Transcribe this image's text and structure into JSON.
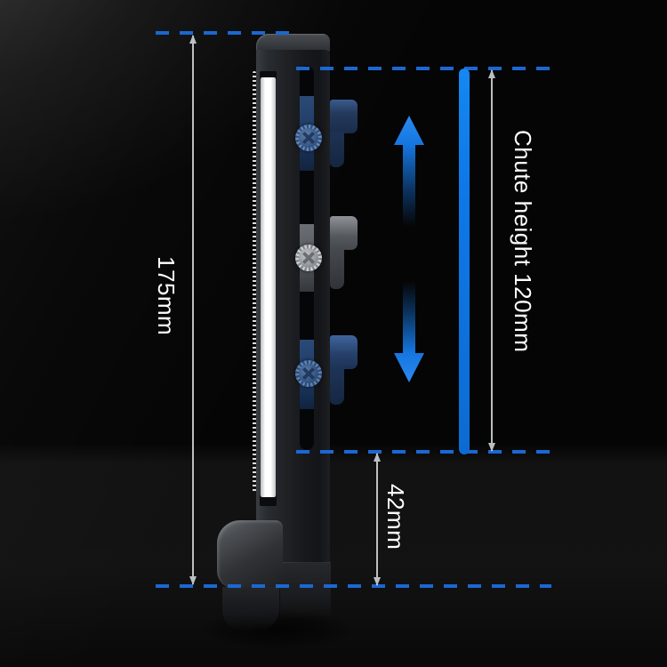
{
  "diagram": {
    "type": "product-dimension-diagram",
    "measurements": [
      {
        "id": "total-height",
        "label": "175mm"
      },
      {
        "id": "chute-height",
        "label": "Chute height 120mm"
      },
      {
        "id": "bottom-offset",
        "label": "42mm"
      }
    ]
  },
  "colors": {
    "background": "#050505",
    "dash_blue": "#1c67d2",
    "bar_blue": "#0e78e8",
    "arrow_blue": "#1576e0",
    "dim_line_gray": "#cfd3d6",
    "label_white": "#ffffff"
  },
  "product": {
    "screws": [
      {
        "id": "thumb-screw-top",
        "finish": "blue"
      },
      {
        "id": "thumb-screw-middle",
        "finish": "silver"
      },
      {
        "id": "thumb-screw-bottom",
        "finish": "blue"
      }
    ],
    "hooks": [
      {
        "id": "clamp-hook-top",
        "finish": "navy"
      },
      {
        "id": "clamp-hook-middle",
        "finish": "gray"
      },
      {
        "id": "clamp-hook-bottom",
        "finish": "blue"
      }
    ]
  }
}
